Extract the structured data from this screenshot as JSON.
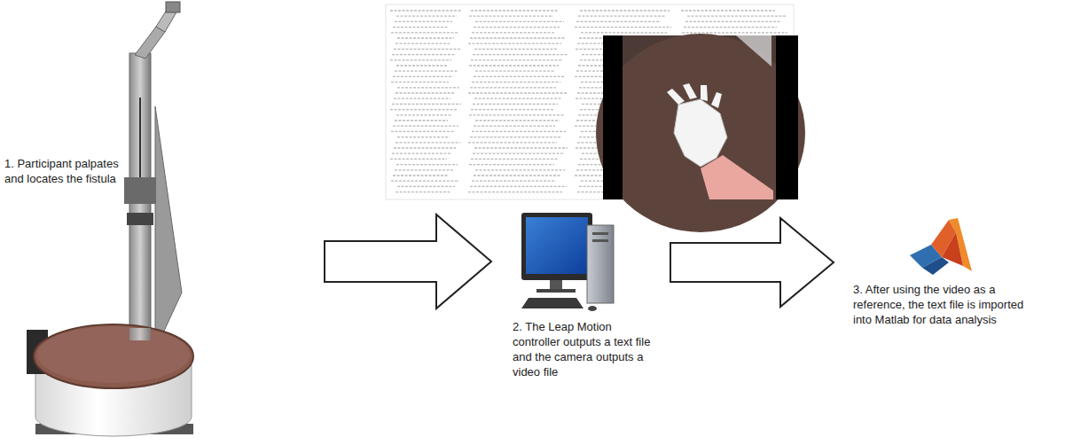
{
  "diagram": {
    "labels": [
      "1. Participant palpates and locates the fistula",
      "2. The Leap Motion controller outputs a text file and the camera outputs a video file",
      "3. After using the video as a reference, the text file is imported into Matlab for data analysis"
    ]
  }
}
